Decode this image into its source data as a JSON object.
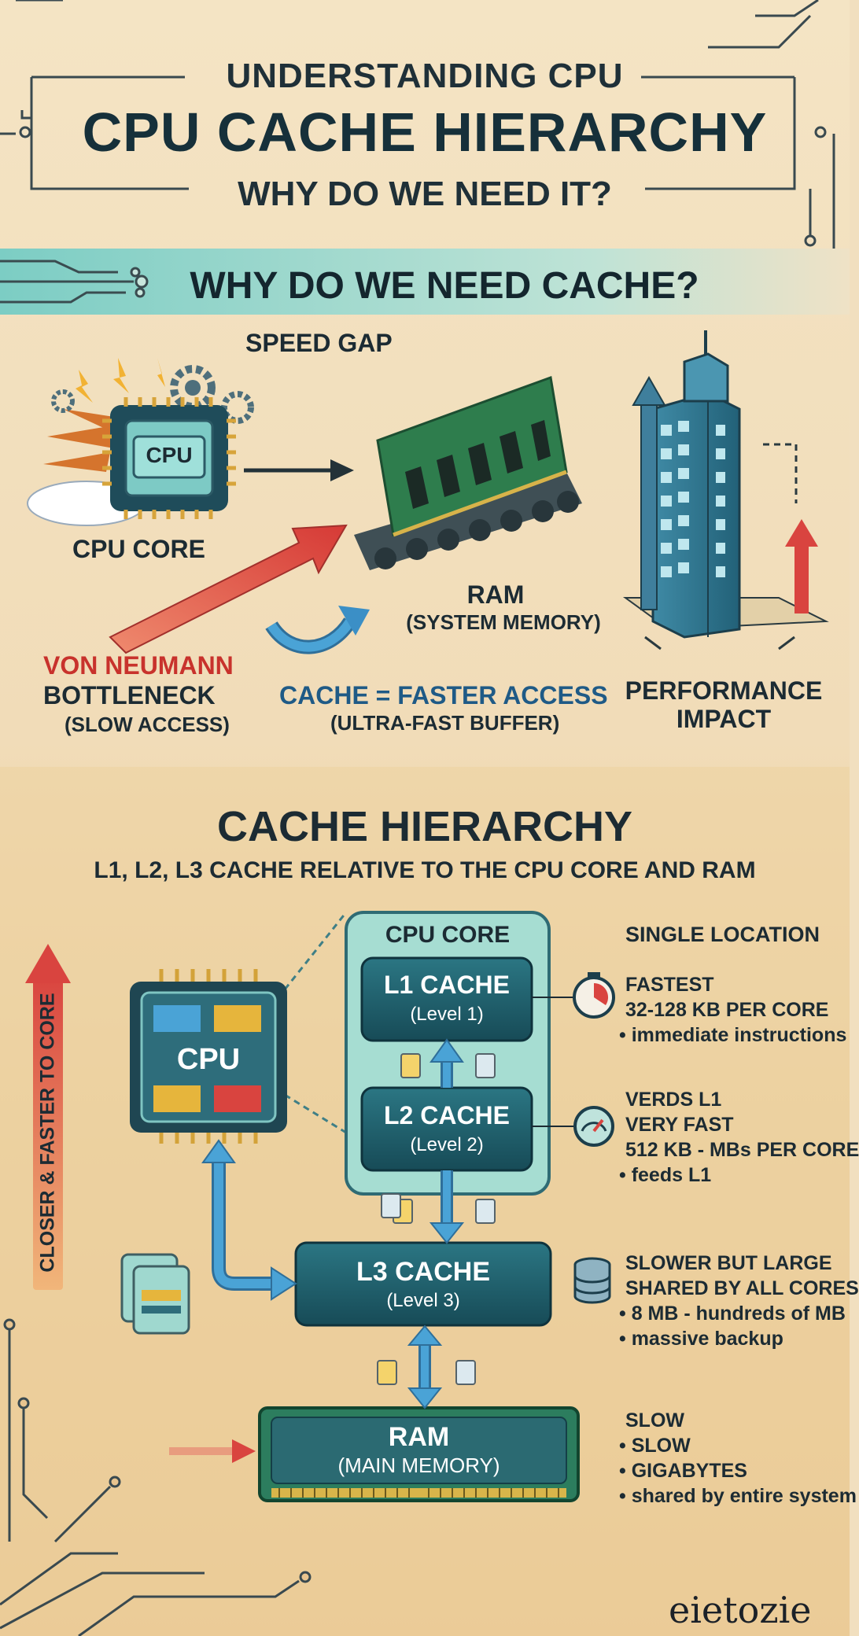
{
  "header": {
    "line1": "UNDERSTANDING CPU",
    "title": "CPU CACHE HIERARCHY",
    "line3": "WHY DO WE NEED IT?"
  },
  "why_section": {
    "banner": "WHY DO WE NEED CACHE?",
    "speed_gap": "SPEED GAP",
    "cpu_chip_label": "CPU",
    "cpu_core_label": "CPU CORE",
    "ram_label": "RAM",
    "ram_sub": "(SYSTEM MEMORY)",
    "bottleneck_line1": "VON NEUMANN",
    "bottleneck_line2": "BOTTLENECK",
    "bottleneck_line3": "(SLOW ACCESS)",
    "cache_line1": "CACHE = FASTER ACCESS",
    "cache_line2": "(ULTRA-FAST BUFFER)",
    "perf_line1": "PERFORMANCE",
    "perf_line2": "IMPACT"
  },
  "hierarchy": {
    "title": "CACHE HIERARCHY",
    "subtitle": "L1, L2, L3 CACHE RELATIVE TO THE CPU CORE AND RAM",
    "side_label": "CLOSER & FASTER TO CORE",
    "cpu_label": "CPU",
    "core_label": "CPU CORE",
    "l1": {
      "name": "L1 CACHE",
      "level": "(Level 1)"
    },
    "l2": {
      "name": "L2 CACHE",
      "level": "(Level 2)"
    },
    "l3": {
      "name": "L3 CACHE",
      "level": "(Level 3)"
    },
    "ram": {
      "name": "RAM",
      "sub": "(MAIN MEMORY)"
    },
    "info_single": "SINGLE LOCATION",
    "info_l1": [
      "FASTEST",
      "32-128 KB PER CORE",
      "• immediate instructions"
    ],
    "info_l2": [
      "VERDS L1",
      "VERY FAST",
      "512 KB - MBs PER CORE",
      "• feeds L1"
    ],
    "info_l3": [
      "SLOWER BUT LARGE",
      "SHARED BY ALL CORES",
      "• 8 MB - hundreds of MB",
      "• massive backup"
    ],
    "info_ram": [
      "SLOW",
      "• SLOW",
      "• GIGABYTES",
      "• shared by entire system"
    ]
  },
  "signature": "eietozie",
  "colors": {
    "teal_box": "#1f5e6b",
    "teal_light": "#9fd8cf",
    "red_arrow": "#d9443f",
    "blue_arrow": "#3b8fc6",
    "dark_text": "#1c2b33"
  }
}
